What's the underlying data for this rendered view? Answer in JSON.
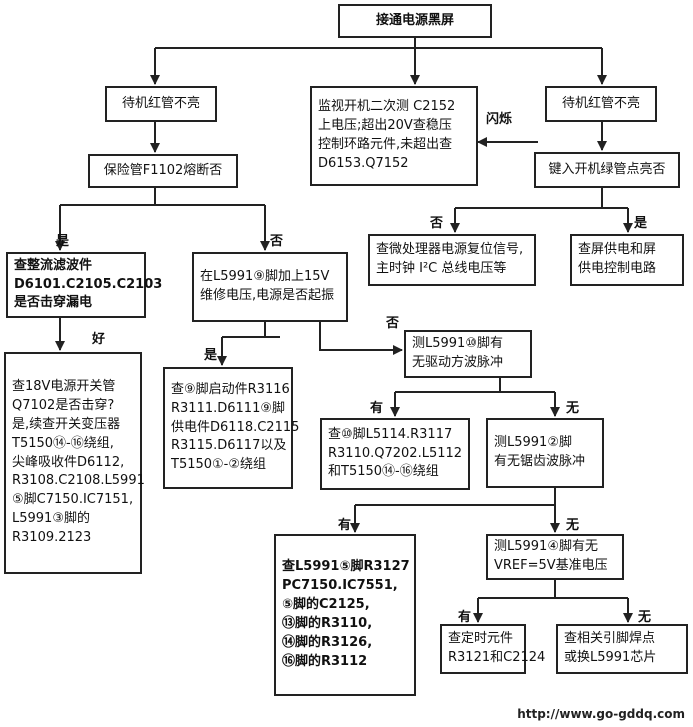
{
  "nodes": {
    "n1": [
      "接通电源黑屏"
    ],
    "n2": [
      "待机红管不亮"
    ],
    "n3": [
      "监视开机二次测 C2152",
      "上电压;超出20V查稳压",
      "控制环路元件,未超出查",
      "D6153.Q7152"
    ],
    "n4": [
      "待机红管不亮"
    ],
    "n5": [
      "保险管F1102熔断否"
    ],
    "n6": [
      "键入开机绿管点亮否"
    ],
    "n7": [
      "查微处理器电源复位信号,",
      "主时钟 I²C 总线电压等"
    ],
    "n8": [
      "查屏供电和屏",
      "供电控制电路"
    ],
    "n9": [
      "查整流滤波件",
      "D6101.C2105.C2103",
      "是否击穿漏电"
    ],
    "n10": [
      "在L5991⑨脚加上15V",
      "维修电压,电源是否起振"
    ],
    "n11": [
      "测L5991⑩脚有",
      "无驱动方波脉冲"
    ],
    "n12": [
      "查18V电源开关管",
      "Q7102是否击穿?",
      "是,续查开关变压器",
      "T5150⑭-⑯绕组,",
      "尖峰吸收件D6112,",
      "R3108.C2108.L5991",
      "⑤脚C7150.IC7151,",
      "L5991③脚的",
      "R3109.2123"
    ],
    "n13": [
      "查⑨脚启动件R3116",
      "R3111.D6111⑨脚",
      "供电件D6118.C2115",
      "R3115.D6117以及",
      "T5150①-②绕组"
    ],
    "n14": [
      "查⑩脚L5114.R3117",
      "R3110.Q7202.L5112",
      "和T5150⑭-⑯绕组"
    ],
    "n15": [
      "测L5991②脚",
      "有无锯齿波脉冲"
    ],
    "n16": [
      "查L5991⑤脚R3127",
      "PC7150.IC7551,",
      "⑤脚的C2125,",
      "⑬脚的R3110,",
      "⑭脚的R3126,",
      "⑯脚的R3112"
    ],
    "n17": [
      "测L5991④脚有无",
      "VREF=5V基准电压"
    ],
    "n18": [
      "查定时元件",
      "R3121和C2124"
    ],
    "n19": [
      "查相关引脚焊点",
      "或换L5991芯片"
    ]
  },
  "labels": {
    "flash": "闪烁",
    "no_n6": "否",
    "yes_n6": "是",
    "yes_n5": "是",
    "no_n5": "否",
    "good": "好",
    "no_n10": "否",
    "yes_n10": "是",
    "have_n11": "有",
    "none_n11": "无",
    "have_n15": "有",
    "none_n15": "无",
    "have_n17": "有",
    "none_n17": "无"
  },
  "watermark": "http://www.go-gddq.com"
}
